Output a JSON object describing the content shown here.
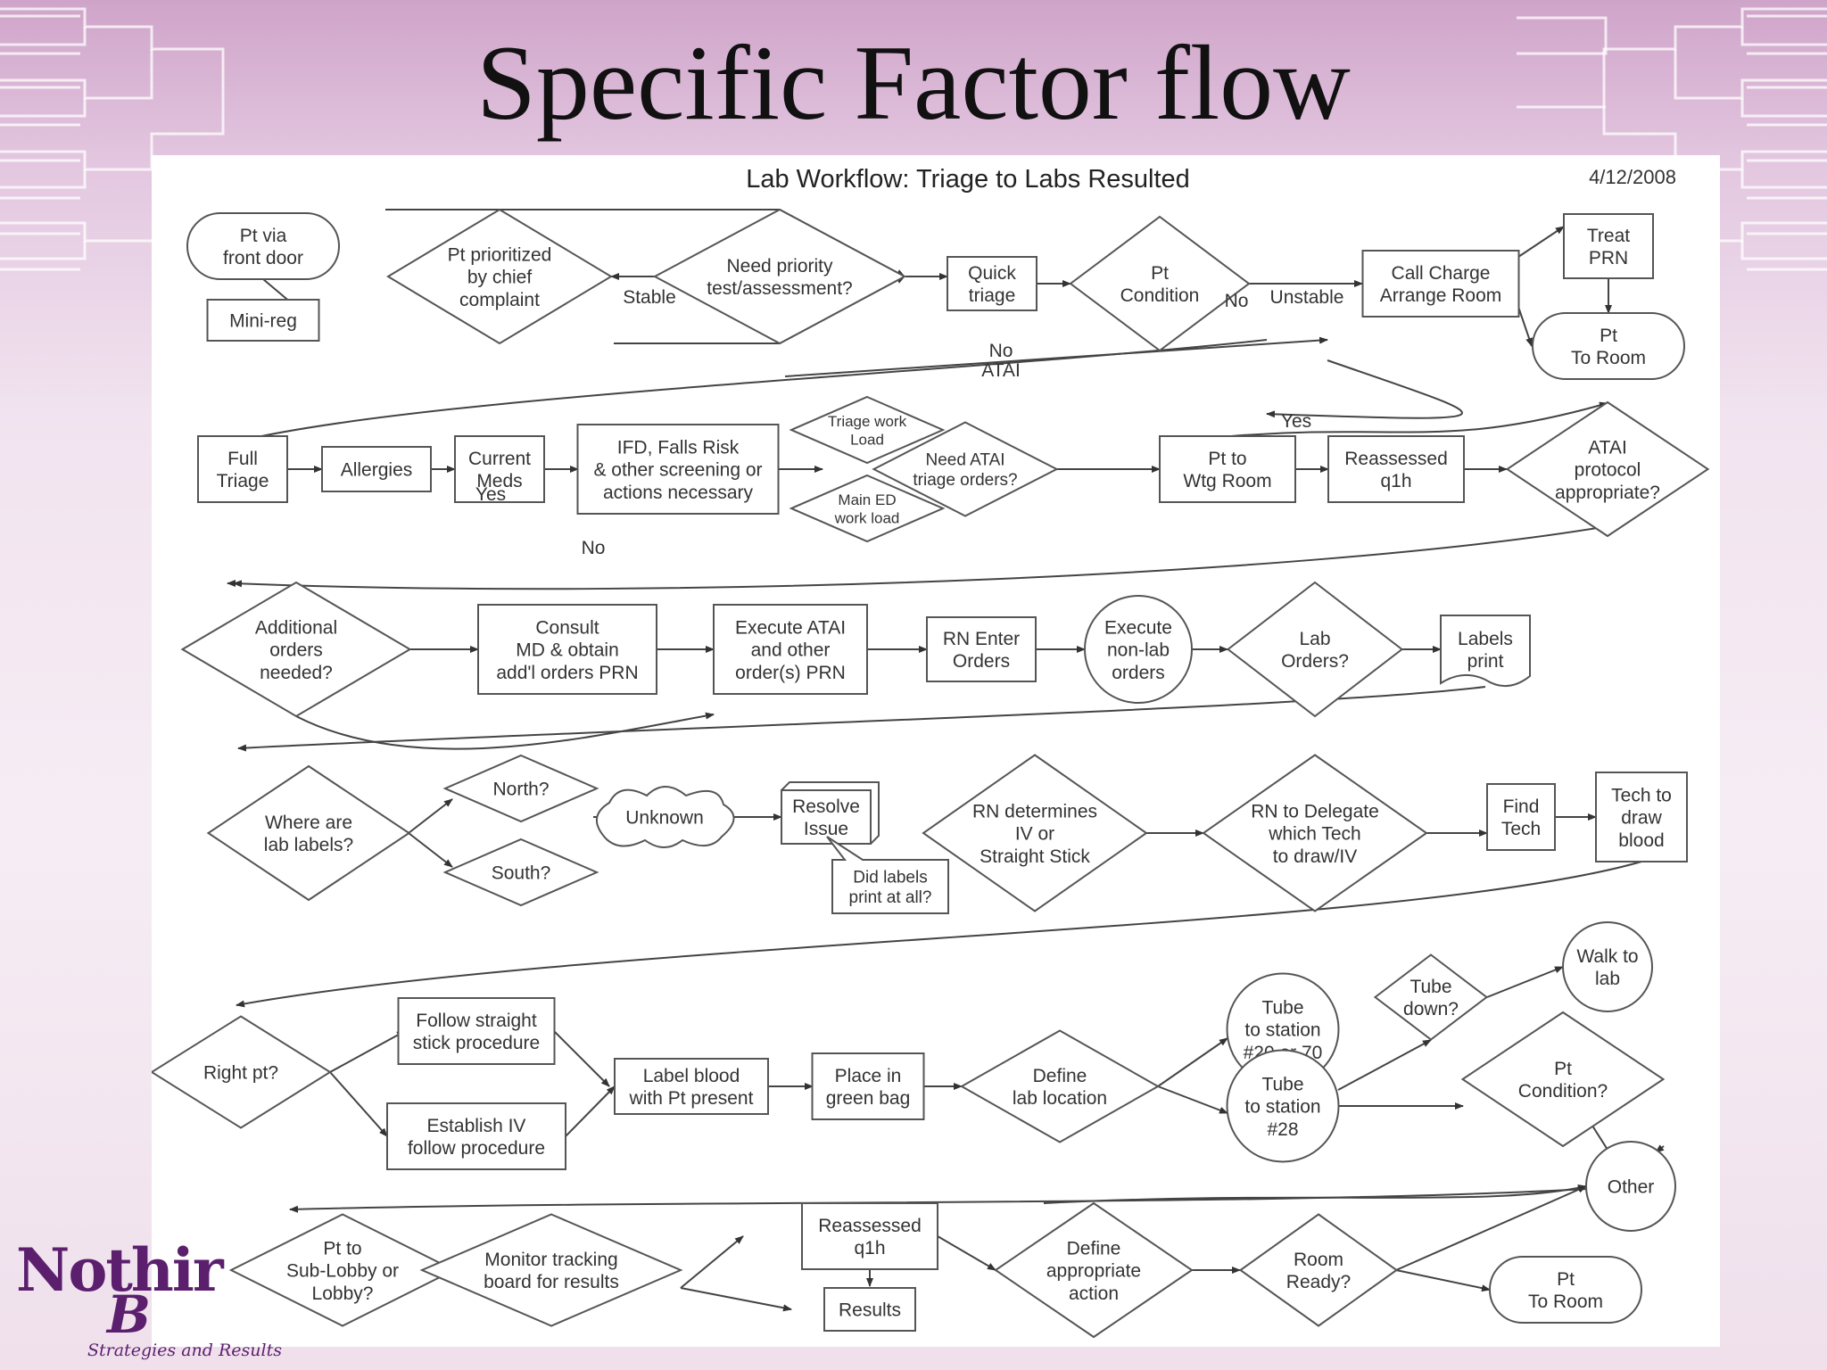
{
  "slide": {
    "title": "Specific Factor flow",
    "logo_text": "Nothir",
    "logo_letter": "B",
    "logo_tagline": "Strategies and Results"
  },
  "diagram": {
    "title": "Lab Workflow: Triage to Labs Resulted",
    "date": "4/12/2008",
    "nodes": [
      {
        "id": "pt_front_door",
        "shape": "terminal",
        "lines": [
          "Pt via",
          "front door"
        ]
      },
      {
        "id": "mini_reg",
        "shape": "box",
        "lines": [
          "Mini-reg"
        ]
      },
      {
        "id": "pt_prioritized",
        "shape": "diamond",
        "lines": [
          "Pt prioritized",
          "by chief",
          "complaint"
        ]
      },
      {
        "id": "need_priority",
        "shape": "diamond",
        "lines": [
          "Need priority",
          "test/assessment?"
        ]
      },
      {
        "id": "quick_triage",
        "shape": "box",
        "lines": [
          "Quick",
          "triage"
        ]
      },
      {
        "id": "pt_condition1",
        "shape": "diamond",
        "lines": [
          "Pt",
          "Condition"
        ]
      },
      {
        "id": "call_charge",
        "shape": "box",
        "lines": [
          "Call Charge",
          "Arrange Room"
        ]
      },
      {
        "id": "treat_prn",
        "shape": "box",
        "lines": [
          "Treat",
          "PRN"
        ]
      },
      {
        "id": "pt_to_room1",
        "shape": "terminal",
        "lines": [
          "Pt",
          "To Room"
        ]
      },
      {
        "id": "full_triage",
        "shape": "box",
        "lines": [
          "Full",
          "Triage"
        ]
      },
      {
        "id": "allergies",
        "shape": "box",
        "lines": [
          "Allergies"
        ]
      },
      {
        "id": "current_meds",
        "shape": "box",
        "lines": [
          "Current",
          "Meds"
        ]
      },
      {
        "id": "ifd_falls",
        "shape": "box",
        "lines": [
          "IFD, Falls Risk",
          "& other screening or",
          "actions necessary"
        ]
      },
      {
        "id": "triage_workload",
        "shape": "diamond",
        "lines": [
          "Triage work",
          "Load"
        ]
      },
      {
        "id": "main_ed_workload",
        "shape": "diamond",
        "lines": [
          "Main ED",
          "work load"
        ]
      },
      {
        "id": "need_atai",
        "shape": "diamond",
        "lines": [
          "Need ATAI",
          "triage orders?"
        ]
      },
      {
        "id": "pt_wtg_room",
        "shape": "box",
        "lines": [
          "Pt to",
          "Wtg Room"
        ]
      },
      {
        "id": "reassessed1",
        "shape": "box",
        "lines": [
          "Reassessed",
          "q1h"
        ]
      },
      {
        "id": "atai_protocol",
        "shape": "diamond",
        "lines": [
          "ATAI",
          "protocol",
          "appropriate?"
        ]
      },
      {
        "id": "additional_orders",
        "shape": "diamond",
        "lines": [
          "Additional",
          "orders",
          "needed?"
        ]
      },
      {
        "id": "consult_md",
        "shape": "box",
        "lines": [
          "Consult",
          "MD & obtain",
          "add'l orders PRN"
        ]
      },
      {
        "id": "execute_atai",
        "shape": "box",
        "lines": [
          "Execute ATAI",
          "and other",
          "order(s) PRN"
        ]
      },
      {
        "id": "rn_enter_orders",
        "shape": "box",
        "lines": [
          "RN Enter",
          "Orders"
        ]
      },
      {
        "id": "execute_nonlab",
        "shape": "circle",
        "lines": [
          "Execute",
          "non-lab",
          "orders"
        ]
      },
      {
        "id": "lab_orders",
        "shape": "diamond",
        "lines": [
          "Lab",
          "Orders?"
        ]
      },
      {
        "id": "labels_print",
        "shape": "document",
        "lines": [
          "Labels",
          "print"
        ]
      },
      {
        "id": "where_labels",
        "shape": "diamond",
        "lines": [
          "Where are",
          "lab labels?"
        ]
      },
      {
        "id": "north",
        "shape": "diamond",
        "lines": [
          "North?"
        ]
      },
      {
        "id": "south",
        "shape": "diamond",
        "lines": [
          "South?"
        ]
      },
      {
        "id": "unknown",
        "shape": "cloud",
        "lines": [
          "Unknown"
        ]
      },
      {
        "id": "resolve_issue",
        "shape": "cube",
        "lines": [
          "Resolve",
          "Issue"
        ]
      },
      {
        "id": "did_labels_print",
        "shape": "callout",
        "lines": [
          "Did labels",
          "print at all?"
        ]
      },
      {
        "id": "rn_determines",
        "shape": "diamond",
        "lines": [
          "RN determines",
          "IV or",
          "Straight Stick"
        ]
      },
      {
        "id": "rn_delegate",
        "shape": "diamond",
        "lines": [
          "RN to Delegate",
          "which Tech",
          "to draw/IV"
        ]
      },
      {
        "id": "find_tech",
        "shape": "box",
        "lines": [
          "Find",
          "Tech"
        ]
      },
      {
        "id": "tech_draw",
        "shape": "box",
        "lines": [
          "Tech to",
          "draw",
          "blood"
        ]
      },
      {
        "id": "right_pt",
        "shape": "diamond",
        "lines": [
          "Right pt?"
        ]
      },
      {
        "id": "follow_straight",
        "shape": "box",
        "lines": [
          "Follow straight",
          "stick procedure"
        ]
      },
      {
        "id": "establish_iv",
        "shape": "box",
        "lines": [
          "Establish IV",
          "follow procedure"
        ]
      },
      {
        "id": "label_blood",
        "shape": "box",
        "lines": [
          "Label blood",
          "with Pt present"
        ]
      },
      {
        "id": "green_bag",
        "shape": "box",
        "lines": [
          "Place in",
          "green bag"
        ]
      },
      {
        "id": "define_lab_loc",
        "shape": "diamond",
        "lines": [
          "Define",
          "lab location"
        ]
      },
      {
        "id": "tube_20_70",
        "shape": "circle",
        "lines": [
          "Tube",
          "to station",
          "#20 or 70"
        ]
      },
      {
        "id": "tube_28",
        "shape": "circle",
        "lines": [
          "Tube",
          "to station",
          "#28"
        ]
      },
      {
        "id": "tube_down",
        "shape": "diamond",
        "lines": [
          "Tube",
          "down?"
        ]
      },
      {
        "id": "walk_lab",
        "shape": "circle",
        "lines": [
          "Walk to",
          "lab"
        ]
      },
      {
        "id": "pt_condition2",
        "shape": "diamond",
        "lines": [
          "Pt",
          "Condition?"
        ]
      },
      {
        "id": "other",
        "shape": "circle",
        "lines": [
          "Other"
        ]
      },
      {
        "id": "pt_sublobby",
        "shape": "diamond",
        "lines": [
          "Pt to",
          "Sub-Lobby or",
          "Lobby?"
        ]
      },
      {
        "id": "monitor_tracking",
        "shape": "diamond",
        "lines": [
          "Monitor tracking",
          "board for results"
        ]
      },
      {
        "id": "reassessed2",
        "shape": "box",
        "lines": [
          "Reassessed",
          "q1h"
        ]
      },
      {
        "id": "results",
        "shape": "box",
        "lines": [
          "Results"
        ]
      },
      {
        "id": "define_action",
        "shape": "diamond",
        "lines": [
          "Define",
          "appropriate",
          "action"
        ]
      },
      {
        "id": "room_ready",
        "shape": "diamond",
        "lines": [
          "Room",
          "Ready?"
        ]
      },
      {
        "id": "pt_to_room2",
        "shape": "terminal",
        "lines": [
          "Pt",
          "To Room"
        ]
      }
    ],
    "edge_labels": [
      {
        "id": "lbl_unstable",
        "text": "Unstable"
      },
      {
        "id": "lbl_stable",
        "text": "Stable"
      },
      {
        "id": "lbl_no_atai",
        "lines": [
          "No",
          "ATAI"
        ]
      },
      {
        "id": "lbl_no1",
        "text": "No"
      },
      {
        "id": "lbl_yes1",
        "text": "Yes"
      },
      {
        "id": "lbl_yes2",
        "text": "Yes"
      },
      {
        "id": "lbl_no2",
        "text": "No"
      }
    ]
  }
}
